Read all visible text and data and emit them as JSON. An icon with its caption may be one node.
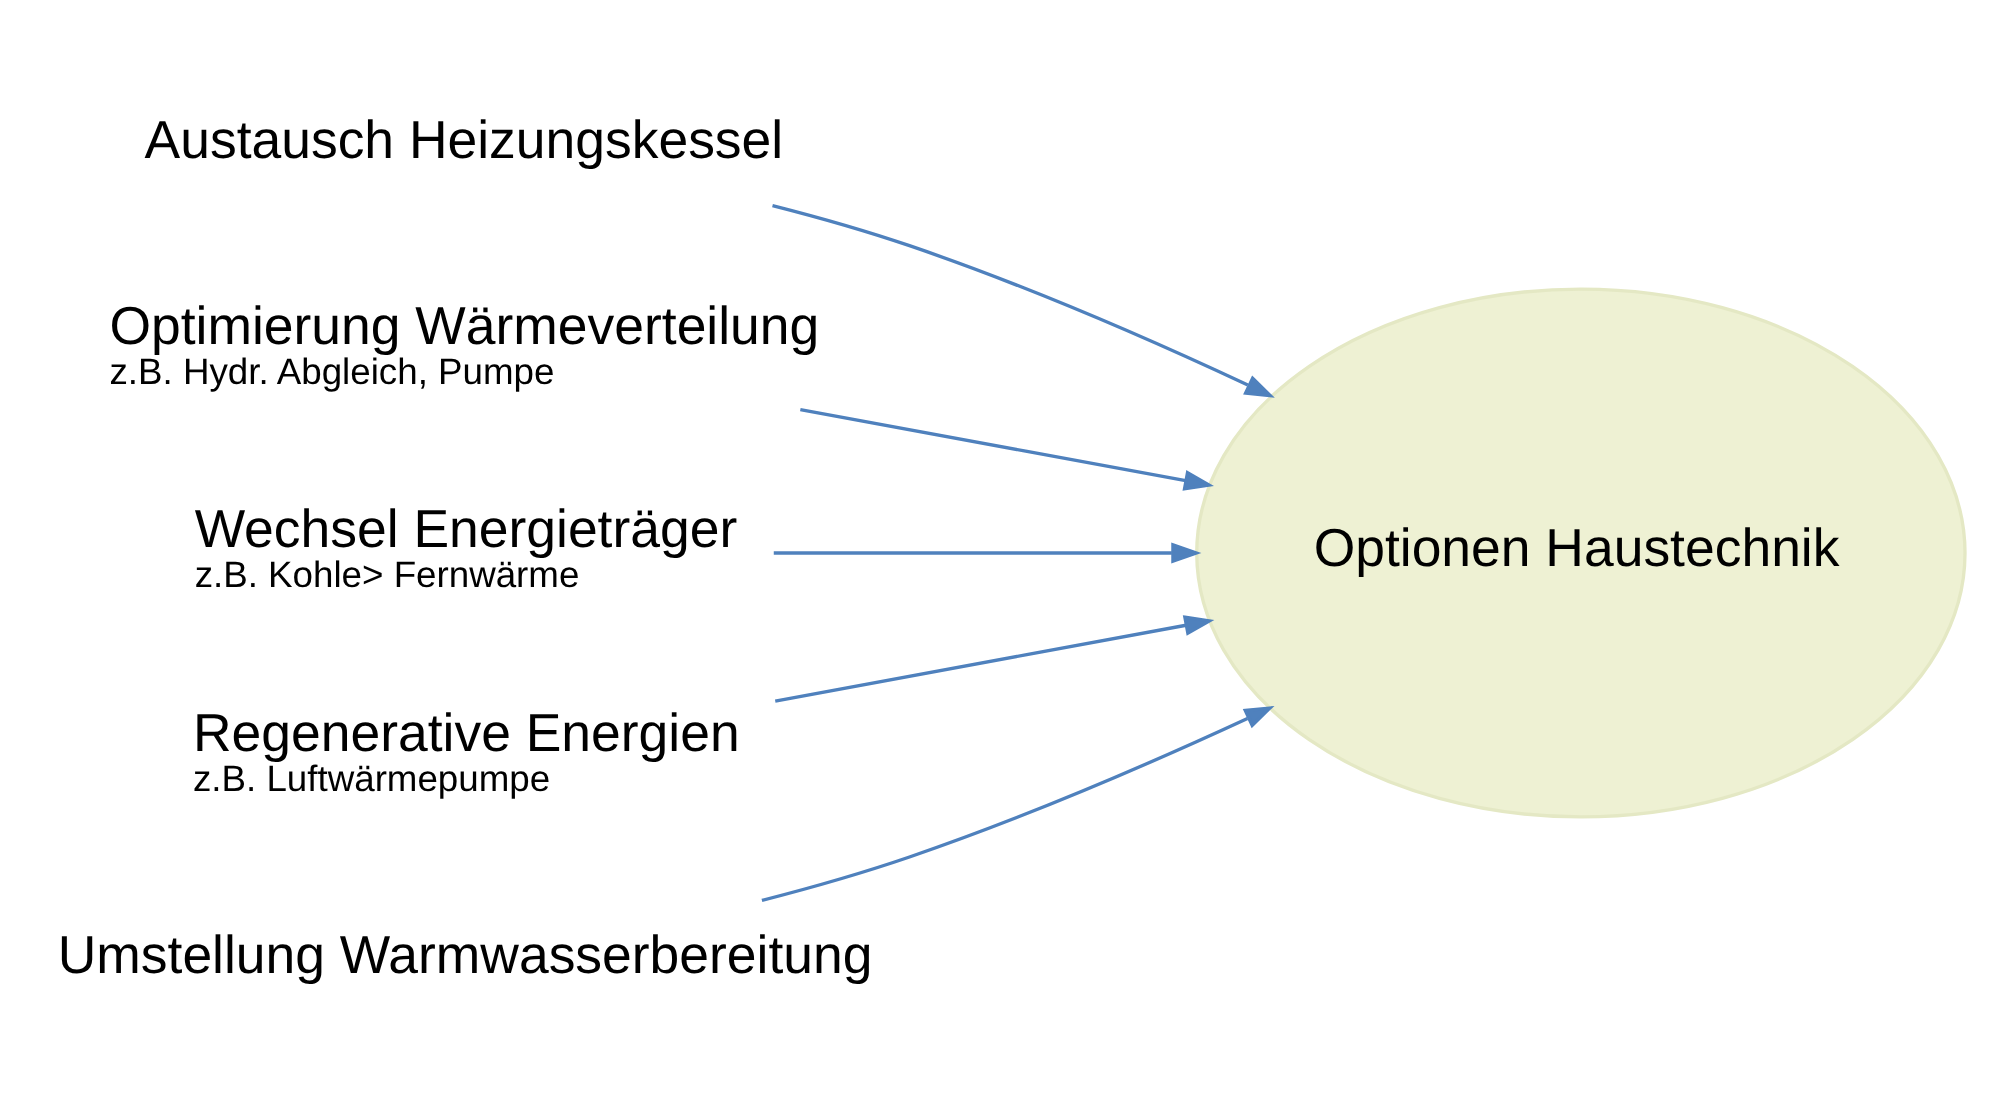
{
  "diagram": {
    "nodes": [
      {
        "text": [
          "Optionen Haustechnik"
        ]
      },
      {
        "text": [
          "Austausch Heizungskessel"
        ]
      },
      {
        "text": [
          "Optimierung Wärmeverteilung",
          "z.B. Hydr. Abgleich, Pumpe"
        ]
      },
      {
        "text": [
          "Wechsel Energieträger",
          "z.B. Kohle> Fernwärme"
        ]
      },
      {
        "text": [
          "Regenerative Energien",
          "z.B. Luftwärmepumpe"
        ]
      },
      {
        "text": [
          "Umstellung Warmwasserbereitung"
        ]
      }
    ],
    "edges": [
      {
        "from": 1,
        "to": 0,
        "arrow": "to"
      },
      {
        "from": 2,
        "to": 0,
        "arrow": "to"
      },
      {
        "from": 3,
        "to": 0,
        "arrow": "to"
      },
      {
        "from": 4,
        "to": 0,
        "arrow": "to"
      },
      {
        "from": 5,
        "to": 0,
        "arrow": "to"
      }
    ]
  }
}
